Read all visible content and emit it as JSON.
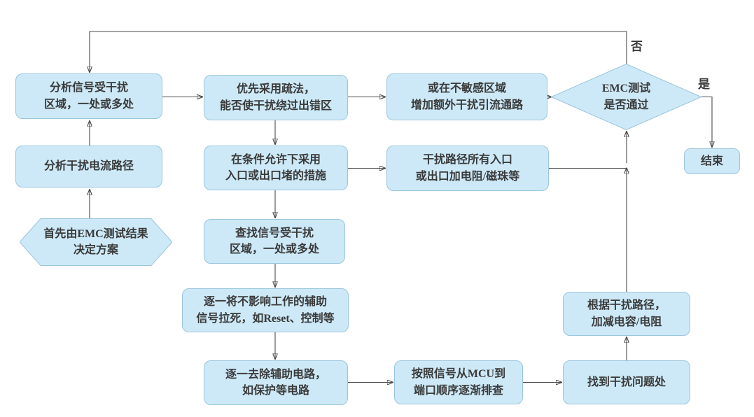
{
  "diagram": {
    "type": "flowchart",
    "topic": "EMC integration-test interference troubleshooting flow"
  },
  "colors": {
    "node_fill": "#cde9f7",
    "node_border": "#9cc6dc",
    "text": "#3a3a3a",
    "line": "#4a4a4a",
    "arrow": "#1a1a1a",
    "background": "#ffffff"
  },
  "nodes": {
    "start": {
      "label": "首先由EMC测试结果\n决定方案",
      "shape": "hexagon"
    },
    "analyze_path": {
      "label": "分析干扰电流路径",
      "shape": "rect"
    },
    "analyze_area": {
      "label": "分析信号受干扰\n区域，一处或多处",
      "shape": "rect"
    },
    "prefer_diversion": {
      "label": "优先采用疏法，\n能否使干扰绕过出错区",
      "shape": "rect"
    },
    "block_measures": {
      "label": "在条件允许下采用\n入口或出口堵的措施",
      "shape": "rect"
    },
    "find_area": {
      "label": "查找信号受干扰\n区域，一处或多处",
      "shape": "rect"
    },
    "pull_dead": {
      "label": "逐一将不影响工作的辅助\n信号拉死，如Reset、控制等",
      "shape": "rect"
    },
    "remove_aux": {
      "label": "逐一去除辅助电路，\n如保护等电路",
      "shape": "rect"
    },
    "add_diversion": {
      "label": "或在不敏感区域\n增加额外干扰引流通路",
      "shape": "rect"
    },
    "add_resistor": {
      "label": "干扰路径所有入口\n或出口加电阻/磁珠等",
      "shape": "rect"
    },
    "check_order": {
      "label": "按照信号从MCU到\n端口顺序逐渐排查",
      "shape": "rect"
    },
    "found_problem": {
      "label": "找到干扰问题处",
      "shape": "rect"
    },
    "adjust_rc": {
      "label": "根据干扰路径，\n加减电容/电阻",
      "shape": "rect"
    },
    "emc_test": {
      "label": "EMC测试\n是否通过",
      "shape": "diamond"
    },
    "end": {
      "label": "结束",
      "shape": "rect"
    }
  },
  "edge_labels": {
    "no": "否",
    "yes": "是"
  }
}
